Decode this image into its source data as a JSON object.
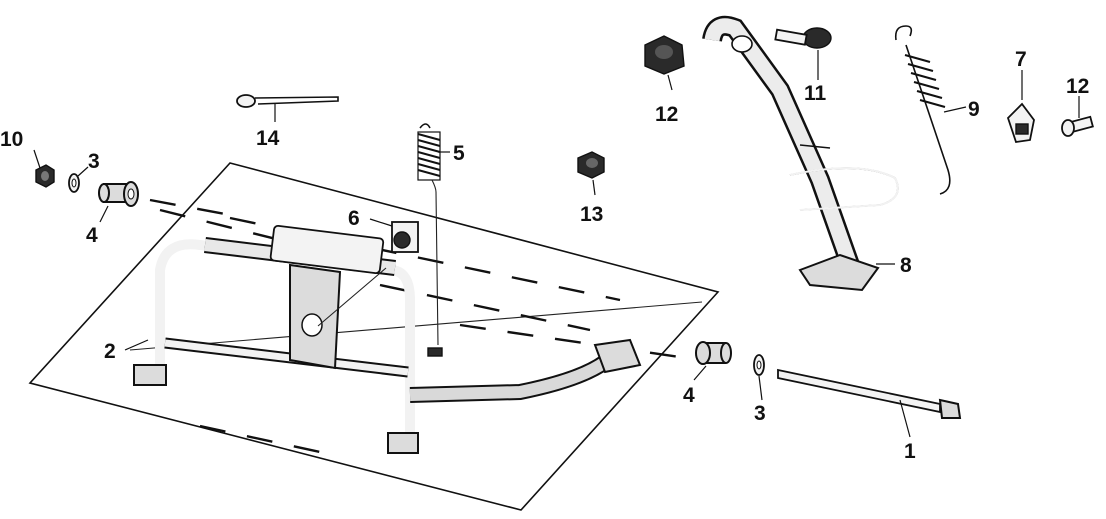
{
  "diagram": {
    "callouts": [
      {
        "id": "c1",
        "text": "1"
      },
      {
        "id": "c2",
        "text": "2"
      },
      {
        "id": "c3a",
        "text": "3"
      },
      {
        "id": "c3b",
        "text": "3"
      },
      {
        "id": "c4a",
        "text": "4"
      },
      {
        "id": "c4b",
        "text": "4"
      },
      {
        "id": "c5",
        "text": "5"
      },
      {
        "id": "c6",
        "text": "6"
      },
      {
        "id": "c7",
        "text": "7"
      },
      {
        "id": "c8",
        "text": "8"
      },
      {
        "id": "c9",
        "text": "9"
      },
      {
        "id": "c10",
        "text": "10"
      },
      {
        "id": "c11",
        "text": "11"
      },
      {
        "id": "c12a",
        "text": "12"
      },
      {
        "id": "c12b",
        "text": "12"
      },
      {
        "id": "c13",
        "text": "13"
      },
      {
        "id": "c14",
        "text": "14"
      }
    ]
  }
}
